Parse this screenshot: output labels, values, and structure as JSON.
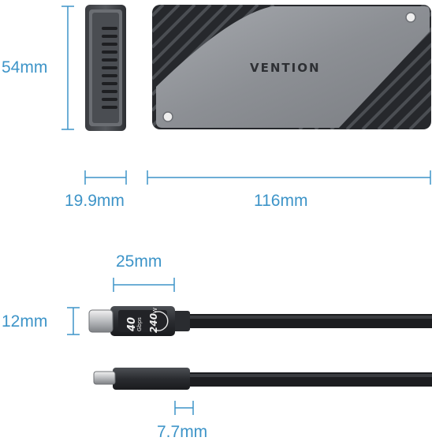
{
  "dimensions": {
    "height": "54mm",
    "depth": "19.9mm",
    "length": "116mm",
    "connector_length": "25mm",
    "connector_height": "12mm",
    "connector_thickness": "7.7mm"
  },
  "product": {
    "brand": "VENTION",
    "badge_speed": "40",
    "badge_speed_unit": "Gbps",
    "badge_power": "240",
    "badge_power_unit": "W"
  },
  "colors": {
    "dimension_lines": "#3d94c8",
    "enclosure_top": "#909398",
    "enclosure_fins": "#2a2c30",
    "cable": "#1c1d20"
  }
}
